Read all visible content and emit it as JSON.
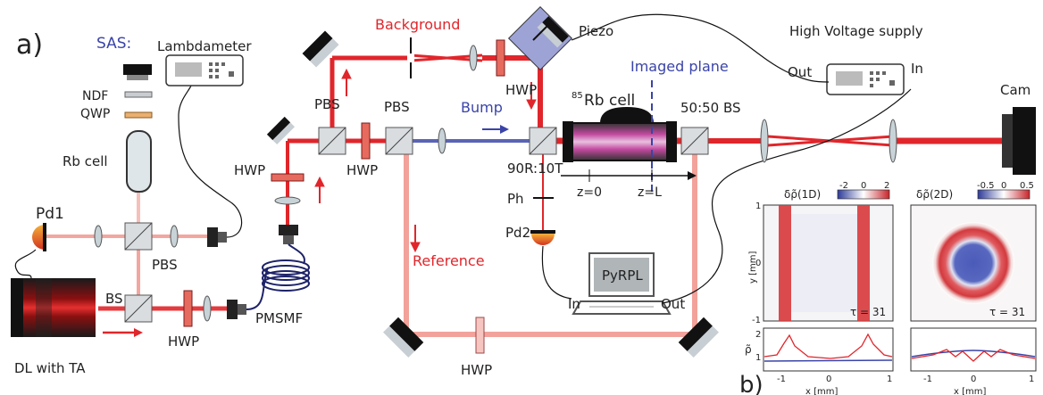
{
  "panel_a": "a)",
  "panel_b": "b)",
  "labels": {
    "sas": "SAS:",
    "lambdameter": "Lambdameter",
    "ndf": "NDF",
    "qwp": "QWP",
    "rb_cell": "Rb cell",
    "pd1": "Pd1",
    "pbs_sas": "PBS",
    "bs": "BS",
    "hwp_dl": "HWP",
    "pmsmf": "PMSMF",
    "dl": "DL with TA",
    "hwp_fiber": "HWP",
    "pbs1": "PBS",
    "hwp_mid": "HWP",
    "pbs2": "PBS",
    "background": "Background",
    "piezo": "Piezo",
    "hwp_top": "HWP",
    "bump": "Bump",
    "bs_9010": "90R:10T",
    "rb85_sup": "85",
    "rb85": "Rb cell",
    "imaged_plane": "Imaged plane",
    "z0": "z=0",
    "zL": "z=L",
    "ph": "Ph",
    "pd2": "Pd2",
    "reference": "Reference",
    "pyrpl": "PyRPL",
    "pyrpl_in": "In",
    "pyrpl_out": "Out",
    "hwp_bottom": "HWP",
    "hv": "High Voltage supply",
    "hv_out": "Out",
    "hv_in": "In",
    "bs_5050": "50:50 BS",
    "cam": "Cam"
  },
  "inset": {
    "left_title": "δρ̃(1D)",
    "right_title": "δρ̃(2D)",
    "left_cbar_ticks": [
      "-2",
      "0",
      "2"
    ],
    "right_cbar_ticks": [
      "-0.5",
      "0",
      "0.5"
    ],
    "tau_left": "τ = 31",
    "tau_right": "τ = 31",
    "ylabel": "y [mm]",
    "yticks": [
      "1",
      "0",
      "-1"
    ],
    "rho_label": "ρ̃",
    "rho_ticks": [
      "2",
      "1"
    ],
    "xticks": [
      "-1",
      "0",
      "1"
    ],
    "xlabel": "x [mm]"
  },
  "colors": {
    "beam_red": "#e0262b",
    "beam_blue": "#3a44a8",
    "label_red": "#e0262b",
    "label_blue": "#3a44a8",
    "piezo_fill": "#9ea3d6"
  }
}
